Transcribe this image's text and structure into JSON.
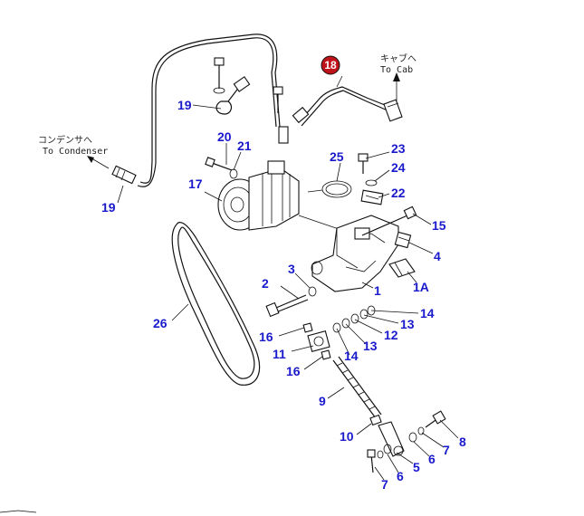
{
  "callouts": {
    "c1": "1",
    "c1A": "1A",
    "c2": "2",
    "c3": "3",
    "c4": "4",
    "c5": "5",
    "c6a": "6",
    "c6b": "6",
    "c7a": "7",
    "c7b": "7",
    "c8": "8",
    "c9": "9",
    "c10": "10",
    "c11": "11",
    "c12": "12",
    "c13a": "13",
    "c13b": "13",
    "c14a": "14",
    "c14b": "14",
    "c15": "15",
    "c16a": "16",
    "c16b": "16",
    "c17": "17",
    "c18": "18",
    "c19a": "19",
    "c19b": "19",
    "c20": "20",
    "c21": "21",
    "c22": "22",
    "c23": "23",
    "c24": "24",
    "c25": "25",
    "c26": "26"
  },
  "labels": {
    "to_cab_jp": "キャブへ",
    "to_cab_en": "To Cab",
    "to_condenser_jp": "コンデンサへ",
    "to_condenser_en": "To Condenser"
  },
  "colors": {
    "callout": "#1a1acd",
    "badge": "#c0121a"
  }
}
